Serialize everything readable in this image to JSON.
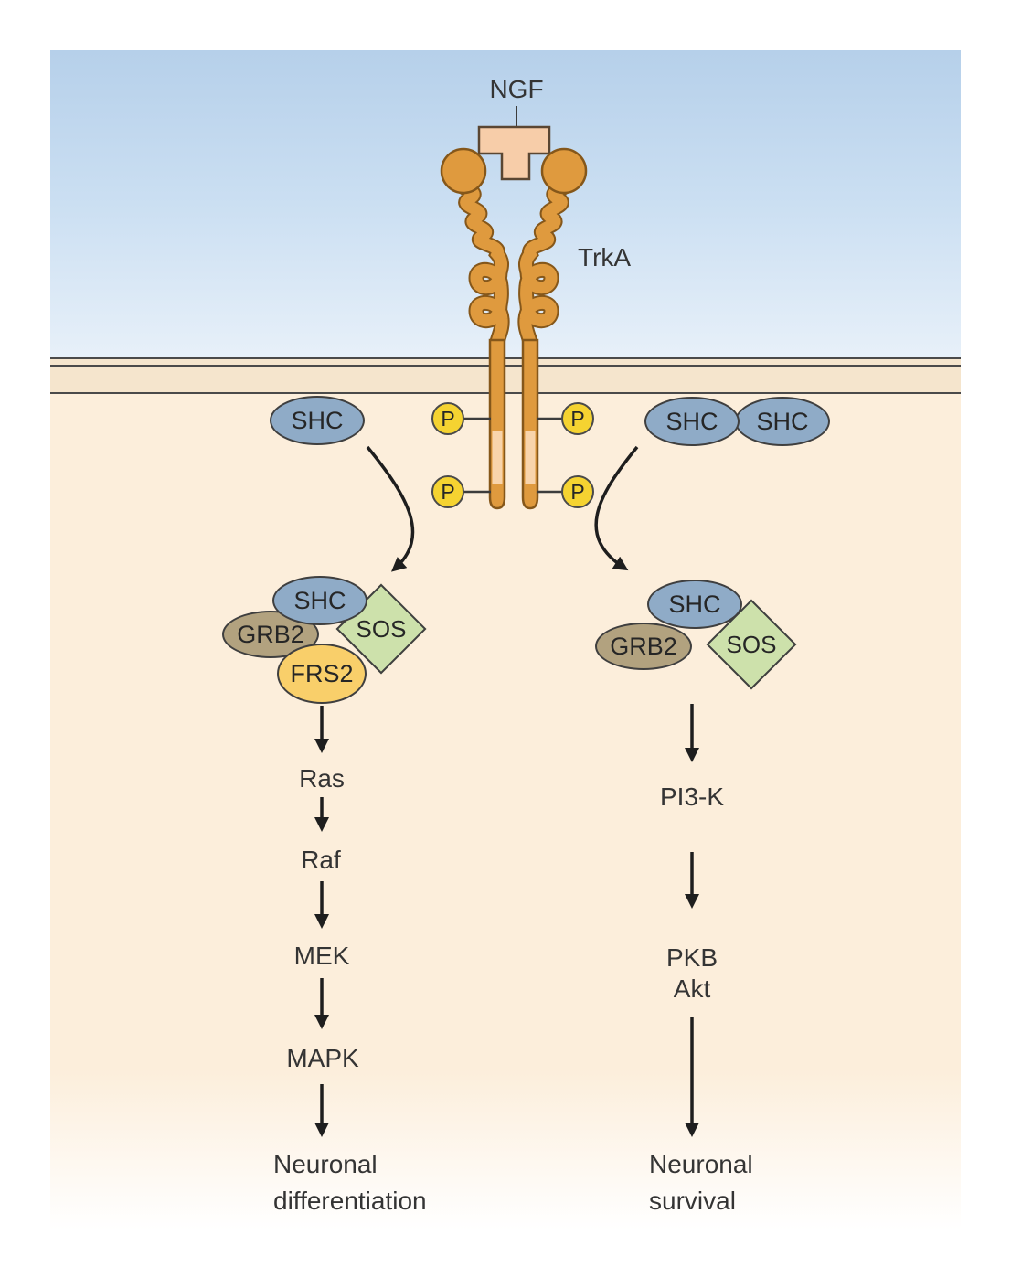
{
  "figure": {
    "ligand_label": "NGF",
    "receptor_label": "TrkA",
    "phospho": "P",
    "adaptors": {
      "shc": "SHC",
      "grb2": "GRB2",
      "sos": "SOS",
      "frs2": "FRS2"
    },
    "pathways": {
      "left": {
        "steps": [
          "Ras",
          "Raf",
          "MEK",
          "MAPK"
        ],
        "outcome": [
          "Neuronal",
          "differentiation"
        ]
      },
      "right": {
        "steps": [
          "PI3-K",
          "PKB",
          "Akt"
        ],
        "outcome": [
          "Neuronal",
          "survival"
        ]
      }
    },
    "colors": {
      "extracellular_blue": "#b6d0ea",
      "cytoplasm_cream": "#fceedb",
      "receptor_orange": "#df9a3e",
      "receptor_outline": "#85571a",
      "ligand_peach": "#f7cda9",
      "phospho_yellow": "#f5d331",
      "shc_blue_gray": "#8fabc7",
      "grb2_tan": "#b2a27f",
      "sos_green": "#cde1ab",
      "frs2_gold": "#f9cf6a",
      "arrow_black": "#1e1e1e"
    }
  }
}
